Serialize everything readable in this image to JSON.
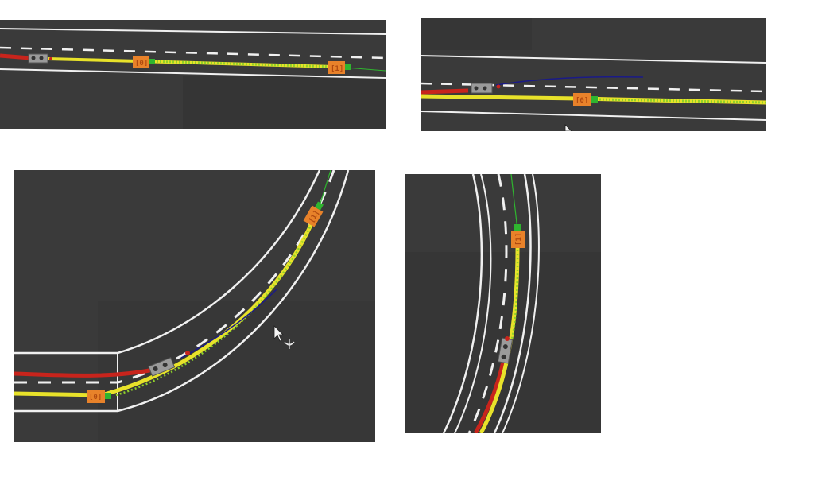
{
  "colors": {
    "ground": "#3a3a3a",
    "ground_dark": "#333333",
    "lane_marking": "#f0f0f0",
    "path_yellow": "#e8e22a",
    "path_green": "#8fd12a",
    "history_red": "#c8241c",
    "plan_blue": "#1a1a88",
    "guide_green": "#2fb52f",
    "obstacle_orange": "#e8822a",
    "ego_grey": "#9a9a9a"
  },
  "icons": {
    "cursor": "arrow-cursor-icon",
    "move": "move-cursor-icon"
  },
  "panels": [
    {
      "id": "panel-a",
      "obstacles": [
        {
          "label": "[0]"
        },
        {
          "label": "[1]"
        }
      ]
    },
    {
      "id": "panel-b",
      "obstacles": [
        {
          "label": "[0]"
        }
      ]
    },
    {
      "id": "panel-c",
      "obstacles": [
        {
          "label": "[0]"
        },
        {
          "label": "[1]"
        }
      ]
    },
    {
      "id": "panel-d",
      "obstacles": [
        {
          "label": "[1]"
        }
      ]
    }
  ]
}
